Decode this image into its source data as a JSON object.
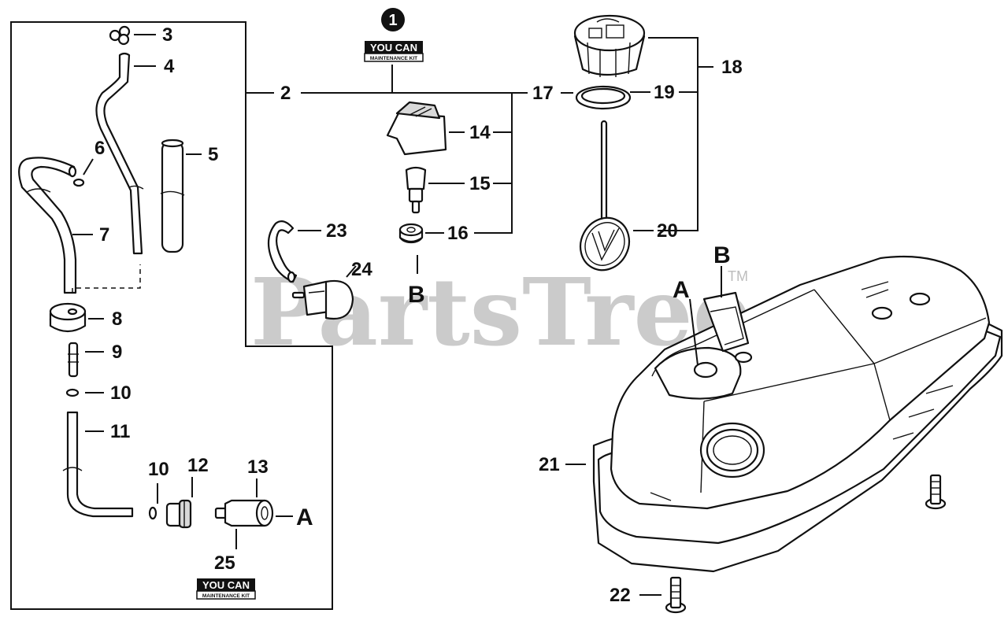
{
  "diagram": {
    "callouts": {
      "c1": "1",
      "c2": "2",
      "c3": "3",
      "c4": "4",
      "c5": "5",
      "c6": "6",
      "c7": "7",
      "c8": "8",
      "c9": "9",
      "c10a": "10",
      "c10b": "10",
      "c11": "11",
      "c12": "12",
      "c13": "13",
      "c14": "14",
      "c15": "15",
      "c16": "16",
      "c17": "17",
      "c18": "18",
      "c19": "19",
      "c20": "20",
      "c21": "21",
      "c22": "22",
      "c23": "23",
      "c24": "24",
      "c25": "25"
    },
    "letters": {
      "a1": "A",
      "a2": "A",
      "b1": "B",
      "b2": "B"
    },
    "kit_badge": {
      "top": "YOU CAN",
      "bottom": "MAINTENANCE KIT"
    },
    "watermark": {
      "text": "PartsTree",
      "mark": "TM"
    }
  }
}
